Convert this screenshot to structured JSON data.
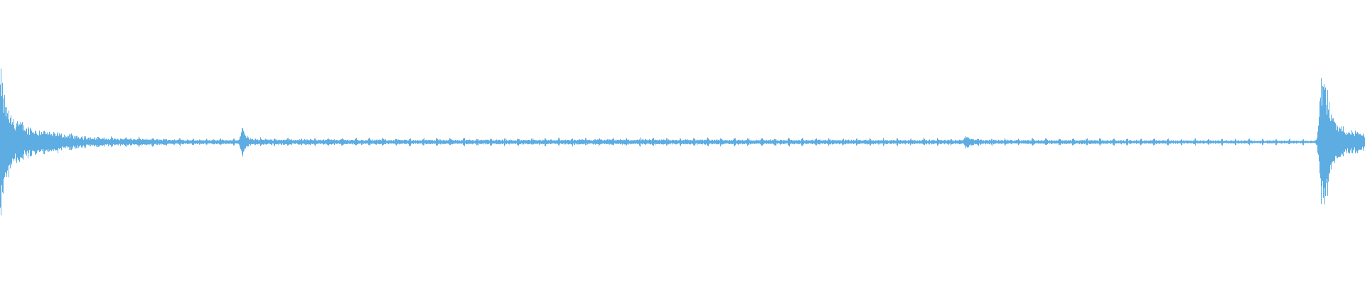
{
  "waveform": {
    "color": "#5DADE2",
    "baseline_color": "#5DADE2",
    "background": "#ffffff",
    "amplitude_max": 1.0,
    "envelope": [
      {
        "t": 0.0,
        "a": 1.0
      },
      {
        "t": 0.003,
        "a": 0.6
      },
      {
        "t": 0.008,
        "a": 0.35
      },
      {
        "t": 0.02,
        "a": 0.2
      },
      {
        "t": 0.04,
        "a": 0.12
      },
      {
        "t": 0.06,
        "a": 0.07
      },
      {
        "t": 0.08,
        "a": 0.05
      },
      {
        "t": 0.11,
        "a": 0.04
      },
      {
        "t": 0.15,
        "a": 0.03
      },
      {
        "t": 0.175,
        "a": 0.03
      },
      {
        "t": 0.177,
        "a": 0.22
      },
      {
        "t": 0.18,
        "a": 0.08
      },
      {
        "t": 0.185,
        "a": 0.04
      },
      {
        "t": 0.3,
        "a": 0.03
      },
      {
        "t": 0.5,
        "a": 0.035
      },
      {
        "t": 0.6,
        "a": 0.03
      },
      {
        "t": 0.707,
        "a": 0.03
      },
      {
        "t": 0.708,
        "a": 0.1
      },
      {
        "t": 0.712,
        "a": 0.05
      },
      {
        "t": 0.72,
        "a": 0.03
      },
      {
        "t": 0.965,
        "a": 0.02
      },
      {
        "t": 0.968,
        "a": 0.95
      },
      {
        "t": 0.972,
        "a": 0.8
      },
      {
        "t": 0.975,
        "a": 0.4
      },
      {
        "t": 0.98,
        "a": 0.25
      },
      {
        "t": 0.99,
        "a": 0.15
      },
      {
        "t": 1.0,
        "a": 0.12
      }
    ]
  }
}
